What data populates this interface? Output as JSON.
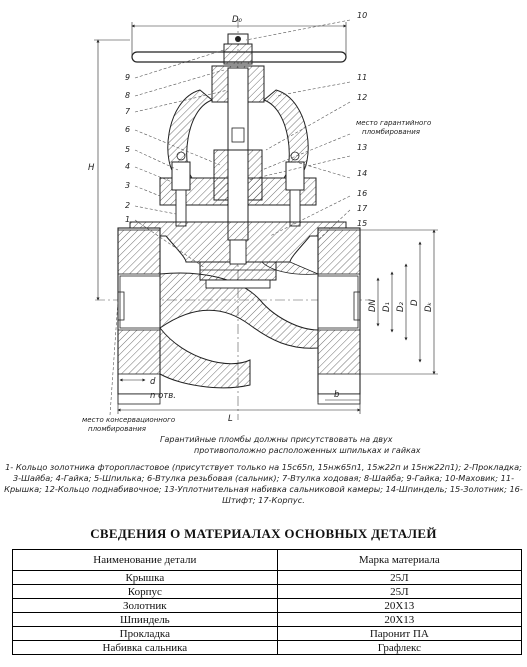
{
  "drawing": {
    "callouts": [
      "10",
      "9",
      "8",
      "7",
      "6",
      "5",
      "4",
      "3",
      "2",
      "1",
      "11",
      "12",
      "13",
      "14",
      "16",
      "17",
      "15"
    ],
    "dims": {
      "d5": "D₀",
      "h": "H",
      "dn": "DN",
      "d1": "D₁",
      "d2": "D₂",
      "d": "D",
      "dk": "Dₖ",
      "small_d": "d",
      "n_holes": "n отв.",
      "b": "b",
      "l": "L"
    },
    "guarantee_seal_label": [
      "место гарантийного",
      "пломбирования"
    ],
    "conservation_seal_label": [
      "место консервационного",
      "пломбирования"
    ],
    "seal_note": [
      "Гарантийные пломбы должны присутствовать на двух",
      "противоположно расположенных шпильках и гайках"
    ]
  },
  "legend": "1- Кольцо золотника фторопластовое (присутствует только на 15с65п, 15нж65п1, 15ж22п и 15нж22п1); 2-Прокладка; 3-Шайба; 4-Гайка; 5-Шпилька; 6-Втулка резьбовая (сальник); 7-Втулка ходовая; 8-Шайба; 9-Гайка; 10-Маховик; 11-Крышка; 12-Кольцо поднабивочное; 13-Уплотнительная набивка сальниковой камеры; 14-Шпиндель; 15-Золотник; 16-Штифт; 17-Корпус.",
  "materials": {
    "title": "СВЕДЕНИЯ О МАТЕРИАЛАХ  ОСНОВНЫХ  ДЕТАЛЕЙ",
    "headers": [
      "Наименование детали",
      "Марка материала"
    ],
    "rows": [
      [
        "Крышка",
        "25Л"
      ],
      [
        "Корпус",
        "25Л"
      ],
      [
        "Золотник",
        "20Х13"
      ],
      [
        "Шпиндель",
        "20Х13"
      ],
      [
        "Прокладка",
        "Паронит ПА"
      ],
      [
        "Набивка сальника",
        "Графлекс"
      ]
    ]
  }
}
